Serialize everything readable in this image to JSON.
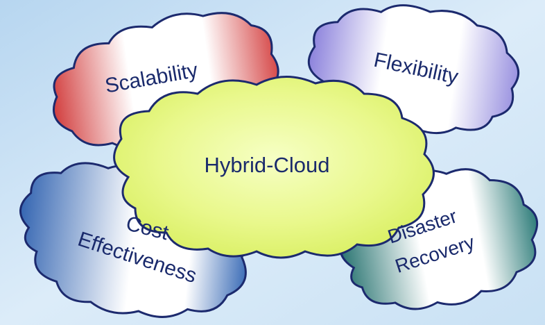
{
  "diagram": {
    "center": {
      "label": "Hybrid-Cloud",
      "color": "#e6f77a"
    },
    "benefits": [
      {
        "id": "scalability",
        "lines": [
          "Scalability"
        ],
        "color": "#d64a4a"
      },
      {
        "id": "flexibility",
        "lines": [
          "Flexibility"
        ],
        "color": "#9a92e0"
      },
      {
        "id": "cost-effectiveness",
        "lines": [
          "Cost",
          "Effectiveness"
        ],
        "color": "#3f6fb8"
      },
      {
        "id": "disaster-recovery",
        "lines": [
          "Disaster",
          "Recovery"
        ],
        "color": "#2f7d7a"
      }
    ]
  },
  "colors": {
    "outline": "#1c2a6e",
    "text": "#1a2a6c",
    "background_top": "#bcd9f0",
    "background_bottom": "#eef6fd"
  }
}
